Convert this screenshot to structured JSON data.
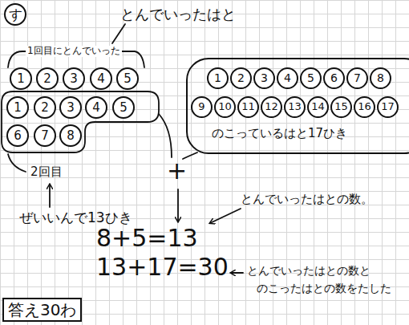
{
  "diagram": {
    "nodes": [
      {
        "text": [
          "す"
        ]
      },
      {
        "text": [
          "1"
        ]
      },
      {
        "text": [
          "2"
        ]
      },
      {
        "text": [
          "3"
        ]
      },
      {
        "text": [
          "4"
        ]
      },
      {
        "text": [
          "5"
        ]
      },
      {
        "text": [
          "1"
        ]
      },
      {
        "text": [
          "2"
        ]
      },
      {
        "text": [
          "3"
        ]
      },
      {
        "text": [
          "4"
        ]
      },
      {
        "text": [
          "5"
        ]
      },
      {
        "text": [
          "6"
        ]
      },
      {
        "text": [
          "7"
        ]
      },
      {
        "text": [
          "8"
        ]
      },
      {
        "text": [
          "のこっているはと17ひき"
        ]
      },
      {
        "text": [
          "1"
        ],
        "in": 14
      },
      {
        "text": [
          "2"
        ],
        "in": 14
      },
      {
        "text": [
          "3"
        ],
        "in": 14
      },
      {
        "text": [
          "4"
        ],
        "in": 14
      },
      {
        "text": [
          "5"
        ],
        "in": 14
      },
      {
        "text": [
          "6"
        ],
        "in": 14
      },
      {
        "text": [
          "7"
        ],
        "in": 14
      },
      {
        "text": [
          "8"
        ],
        "in": 14
      },
      {
        "text": [
          "9"
        ],
        "in": 14
      },
      {
        "text": [
          "10"
        ],
        "in": 14
      },
      {
        "text": [
          "11"
        ],
        "in": 14
      },
      {
        "text": [
          "12"
        ],
        "in": 14
      },
      {
        "text": [
          "13"
        ],
        "in": 14
      },
      {
        "text": [
          "14"
        ],
        "in": 14
      },
      {
        "text": [
          "15"
        ],
        "in": 14
      },
      {
        "text": [
          "16"
        ],
        "in": 14
      },
      {
        "text": [
          "17"
        ],
        "in": 14
      },
      {
        "text": [
          "答え30わ"
        ]
      }
    ],
    "labels": [
      "とんでいったはと",
      "1回目にとんでいった",
      "2回目",
      "ぜいいんで13ひき",
      "+",
      "とんでいったはとの数。",
      "8+5=13",
      "13+17=30",
      "とんでいったはとの数と",
      "のこったはとの数をたした"
    ]
  }
}
